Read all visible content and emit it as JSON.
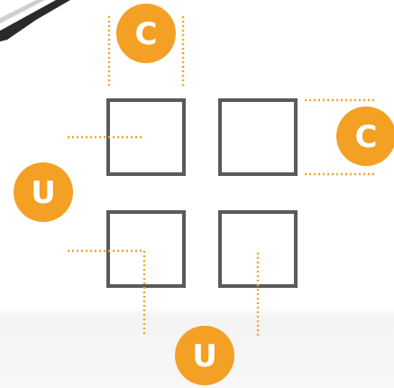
{
  "badges": [
    {
      "id": "top-c",
      "letter": "C"
    },
    {
      "id": "right-c",
      "letter": "C"
    },
    {
      "id": "left-u",
      "letter": "U"
    },
    {
      "id": "bottom-u",
      "letter": "U"
    }
  ],
  "colors": {
    "accent": "#f4a024",
    "guide": "#f2a332",
    "square_stroke": "#5a5a5a",
    "corner_decoration": "#2a2a2a"
  }
}
